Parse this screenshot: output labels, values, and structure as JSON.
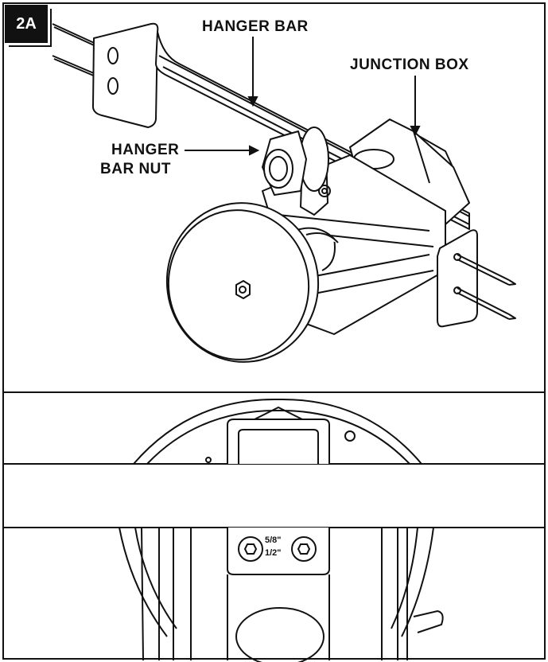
{
  "step": {
    "badge": "2A"
  },
  "labels": {
    "hanger_bar": "HANGER BAR",
    "junction_box": "JUNCTION BOX",
    "hanger_bar_nut_line1": "HANGER",
    "hanger_bar_nut_line2": "BAR NUT",
    "size_large": "5/8\"",
    "size_small": "1/2\""
  },
  "colors": {
    "ink": "#111111",
    "paper": "#ffffff",
    "shade": "#d9d9d9"
  }
}
